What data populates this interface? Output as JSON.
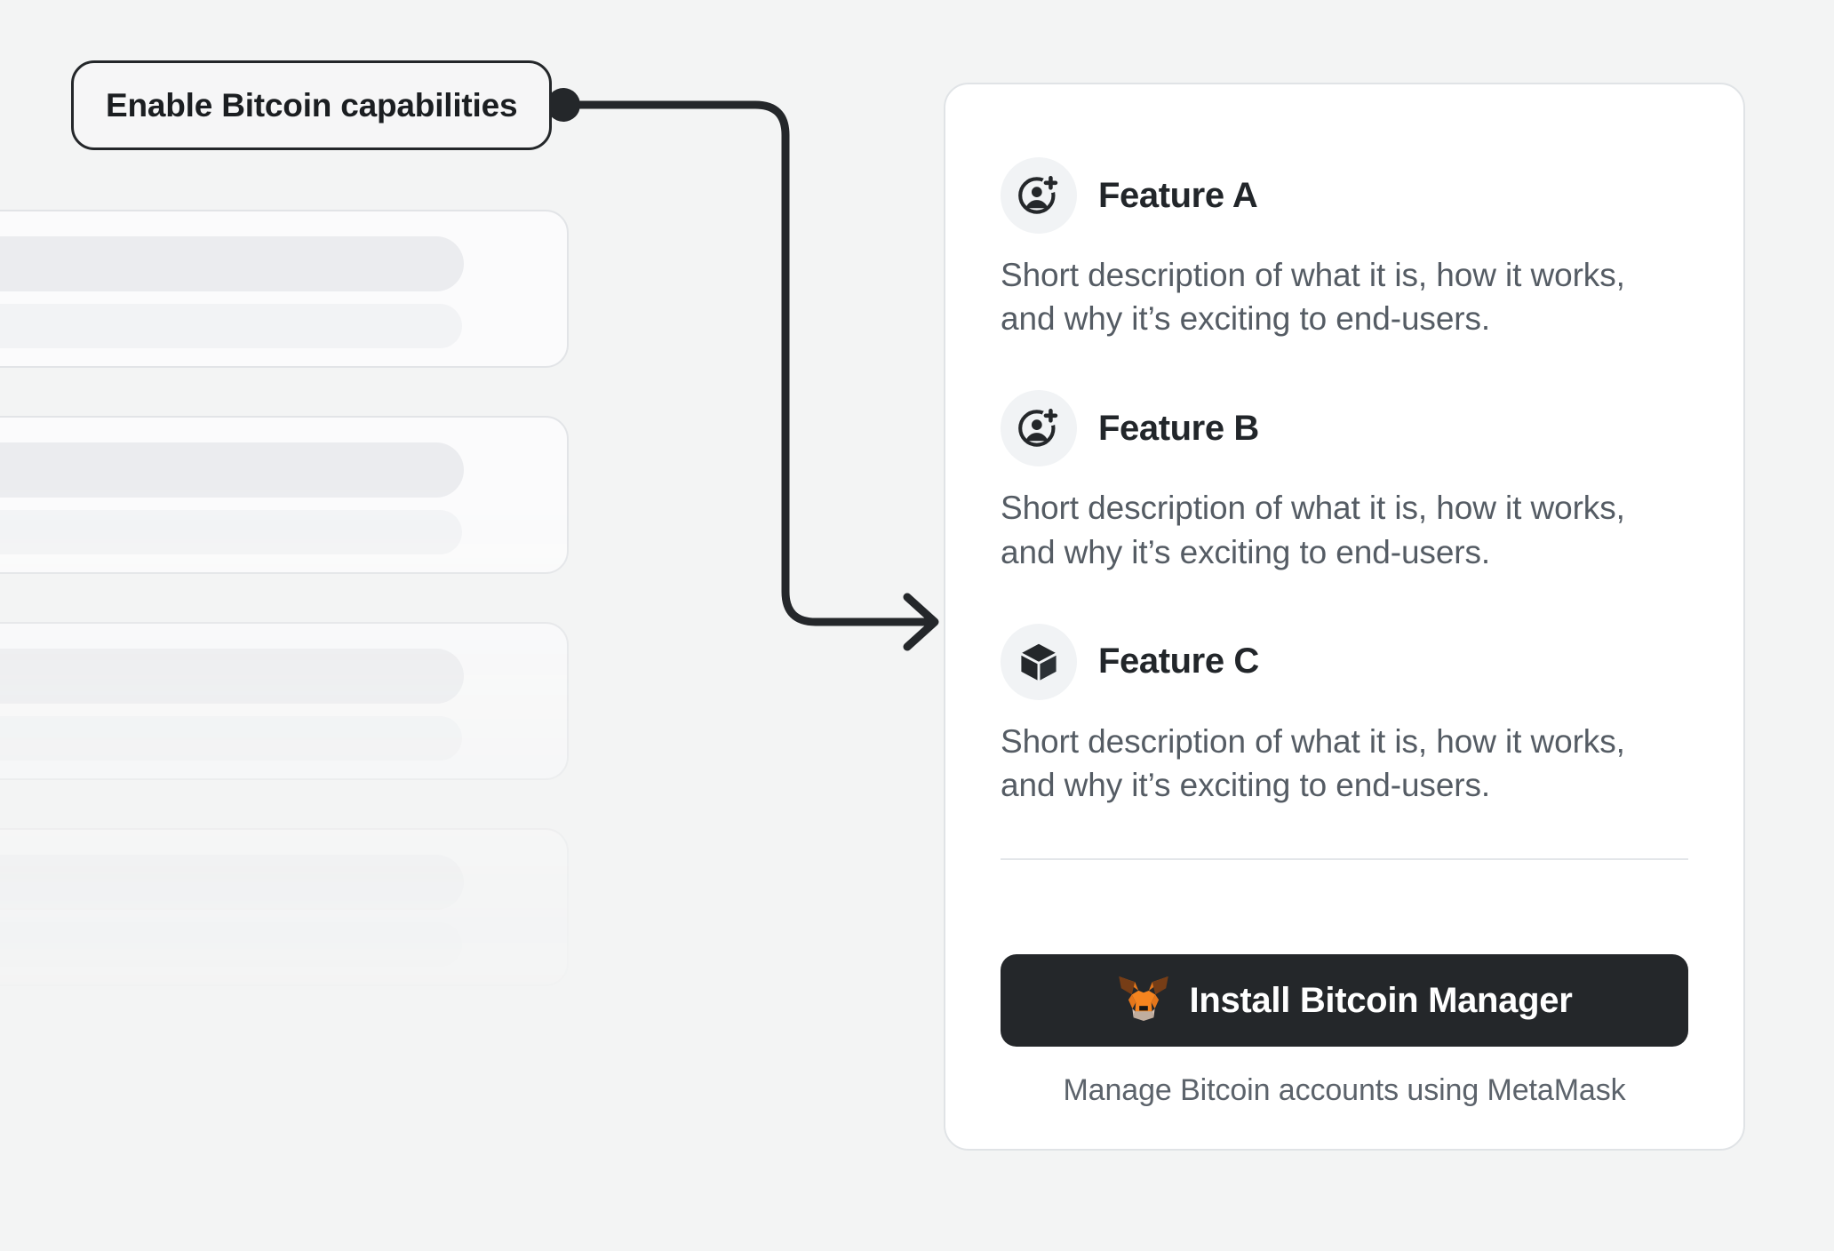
{
  "colors": {
    "page_background": "#F3F4F4",
    "card_background": "#FFFFFF",
    "card_border": "#E0E3E6",
    "annotation_stroke": "#24272A",
    "heading_text": "#22262A",
    "body_text": "#555C64",
    "button_background": "#24272A",
    "button_text": "#FFFFFF",
    "icon_badge_background": "#F1F3F5",
    "fox_orange": "#E2761B",
    "fox_orange_light": "#F5841F",
    "fox_brown": "#763D16",
    "fox_cream": "#C0AD9E"
  },
  "annotation": {
    "label": "Enable Bitcoin capabilities",
    "connector_icon": "arrow-right-icon",
    "anchor_dot_icon": "connector-dot-icon"
  },
  "ghost_list": {
    "card_count": 5,
    "placeholder_rows_per_card": 2
  },
  "card": {
    "features": [
      {
        "icon": "add-account-icon",
        "title": "Feature A",
        "description": "Short description of what it is, how it works, and why it’s exciting to end-users."
      },
      {
        "icon": "add-account-icon",
        "title": "Feature B",
        "description": "Short description of what it is, how it works, and why it’s exciting to end-users."
      },
      {
        "icon": "cube-icon",
        "title": "Feature C",
        "description": "Short description of what it is, how it works, and why it’s exciting to end-users."
      }
    ],
    "footer": {
      "install_button_label": "Install Bitcoin Manager",
      "install_button_icon": "metamask-fox-icon",
      "caption": "Manage Bitcoin accounts using MetaMask"
    }
  }
}
